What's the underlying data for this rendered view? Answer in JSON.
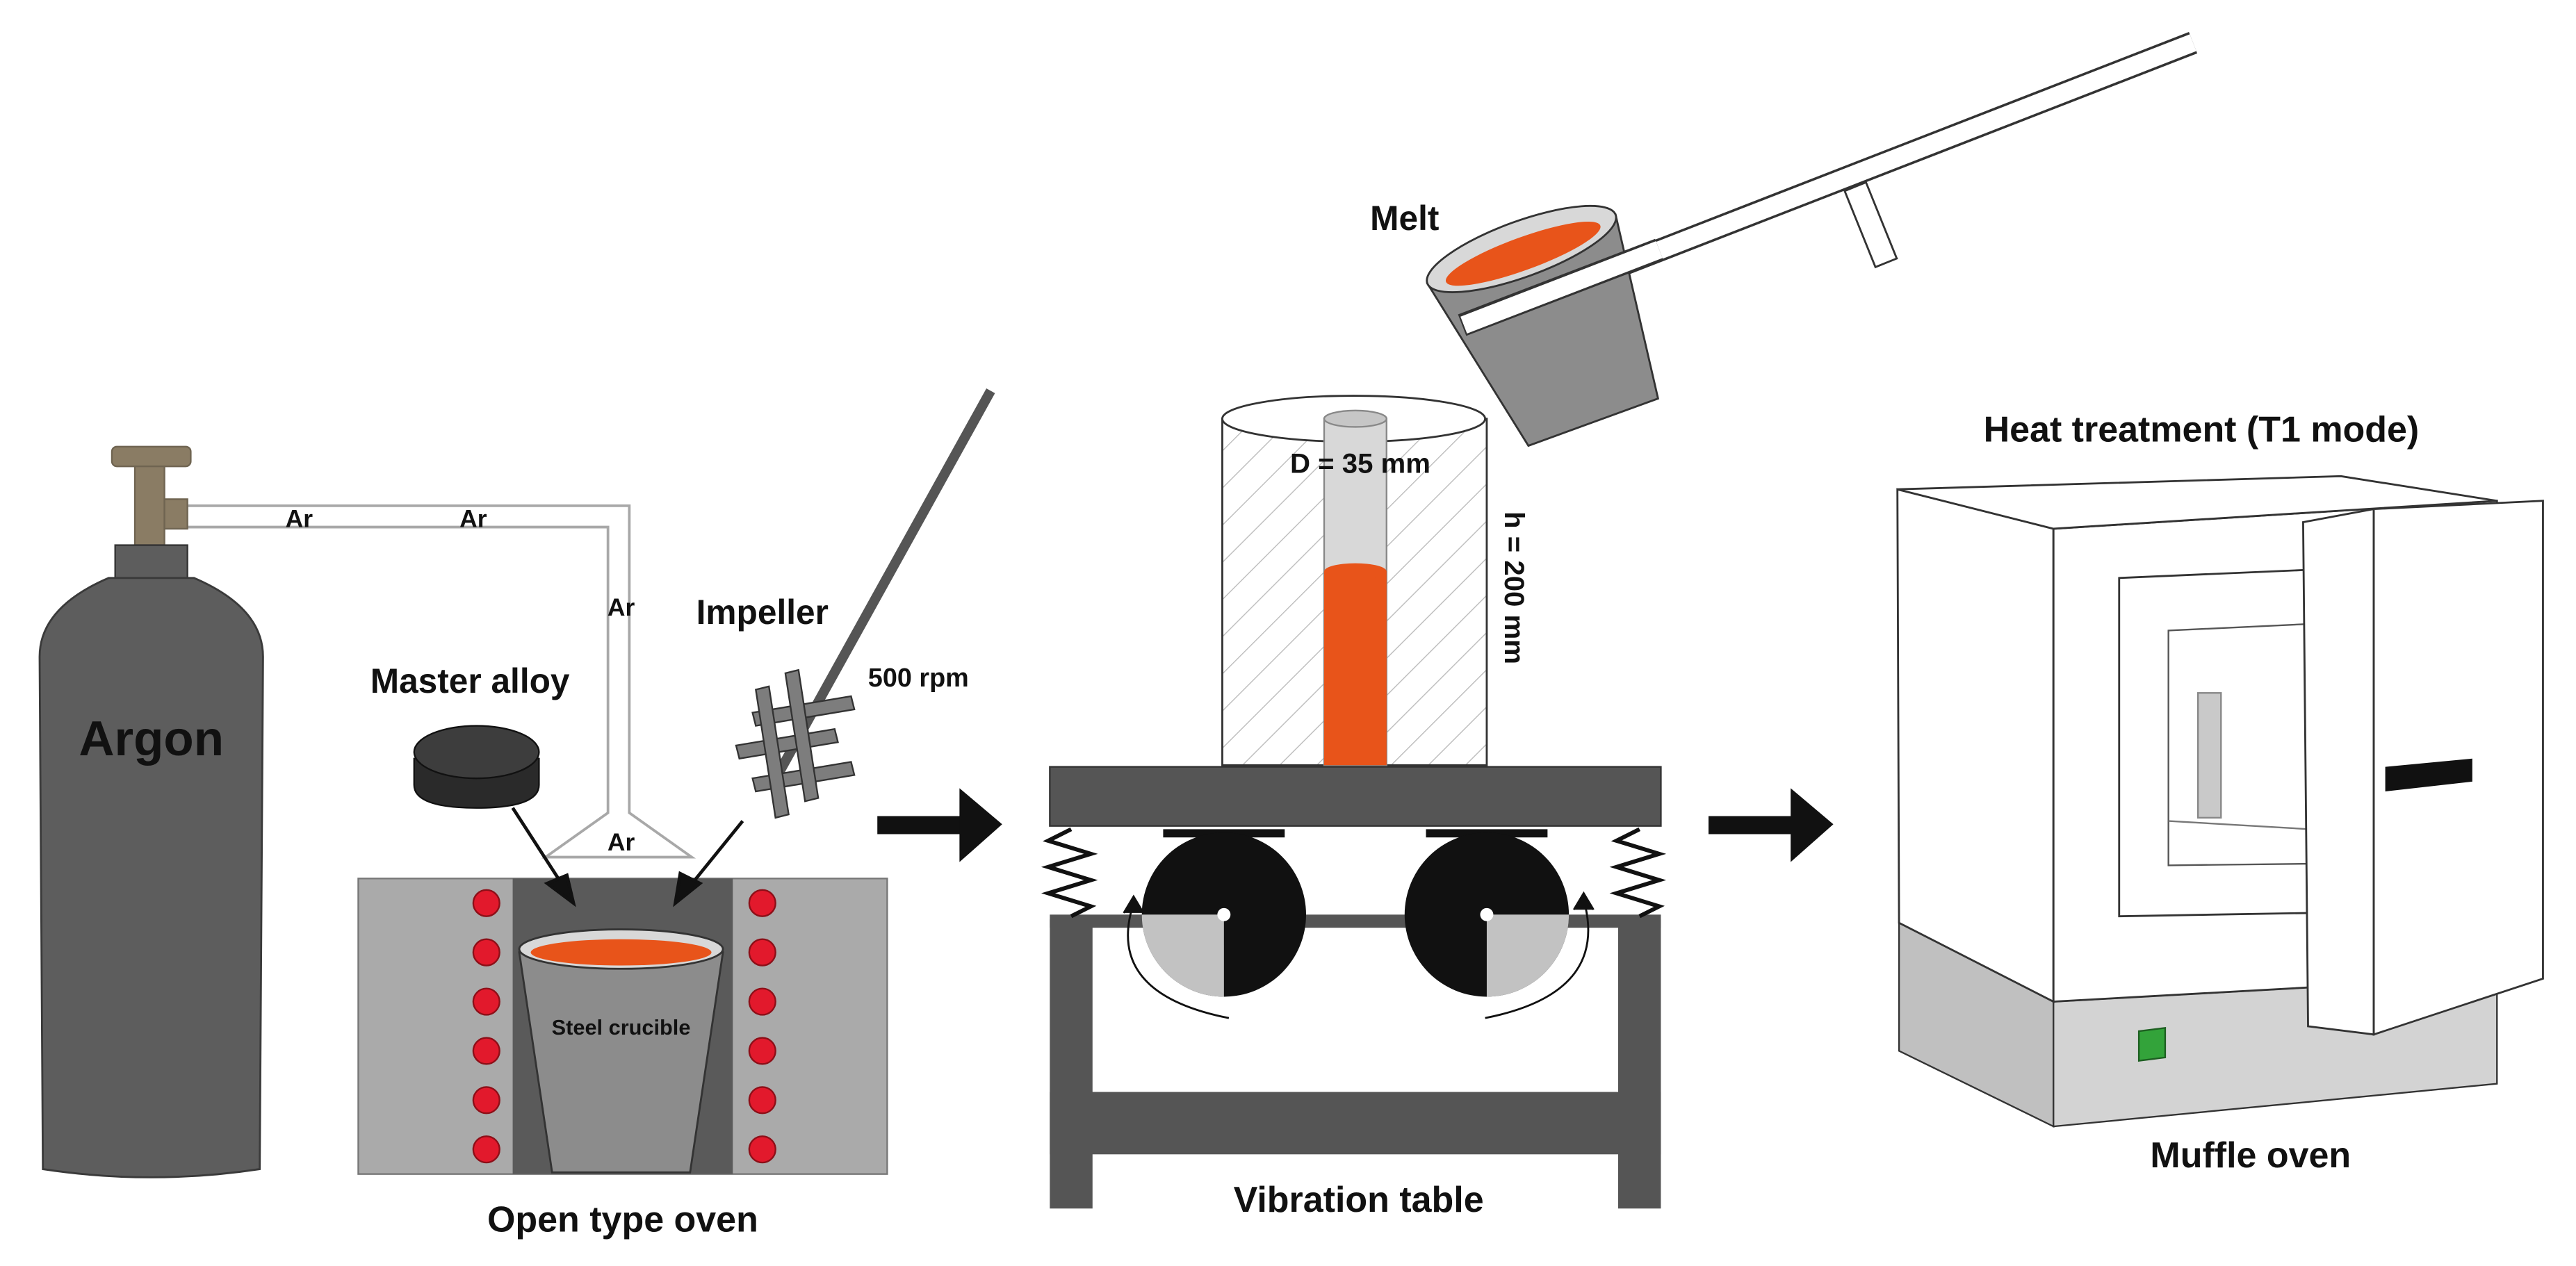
{
  "colors": {
    "melt": "#e8541a",
    "argon_body": "#5d5d5d",
    "valve": "#8a7c64",
    "oven_gray": "#aaaaaa",
    "crucible": "#8c8c8c",
    "heater_dot": "#e2192c",
    "table_dark": "#555555",
    "power_button": "#33a33a"
  },
  "labels": {
    "argon": "Argon",
    "ar": "Ar",
    "master_alloy": "Master alloy",
    "impeller": "Impeller",
    "rpm": "500 rpm",
    "steel_crucible": "Steel crucible",
    "open_type_oven": "Open type oven",
    "melt": "Melt",
    "diameter": "D = 35 mm",
    "height": "h = 200 mm",
    "vibration_table": "Vibration table",
    "heat_treatment": "Heat treatment (T1 mode)",
    "muffle_oven": "Muffle oven"
  },
  "icons": {
    "process_arrow": "right-arrow-icon",
    "rotation": "curved-arrow-icon",
    "spring": "spring-icon"
  }
}
